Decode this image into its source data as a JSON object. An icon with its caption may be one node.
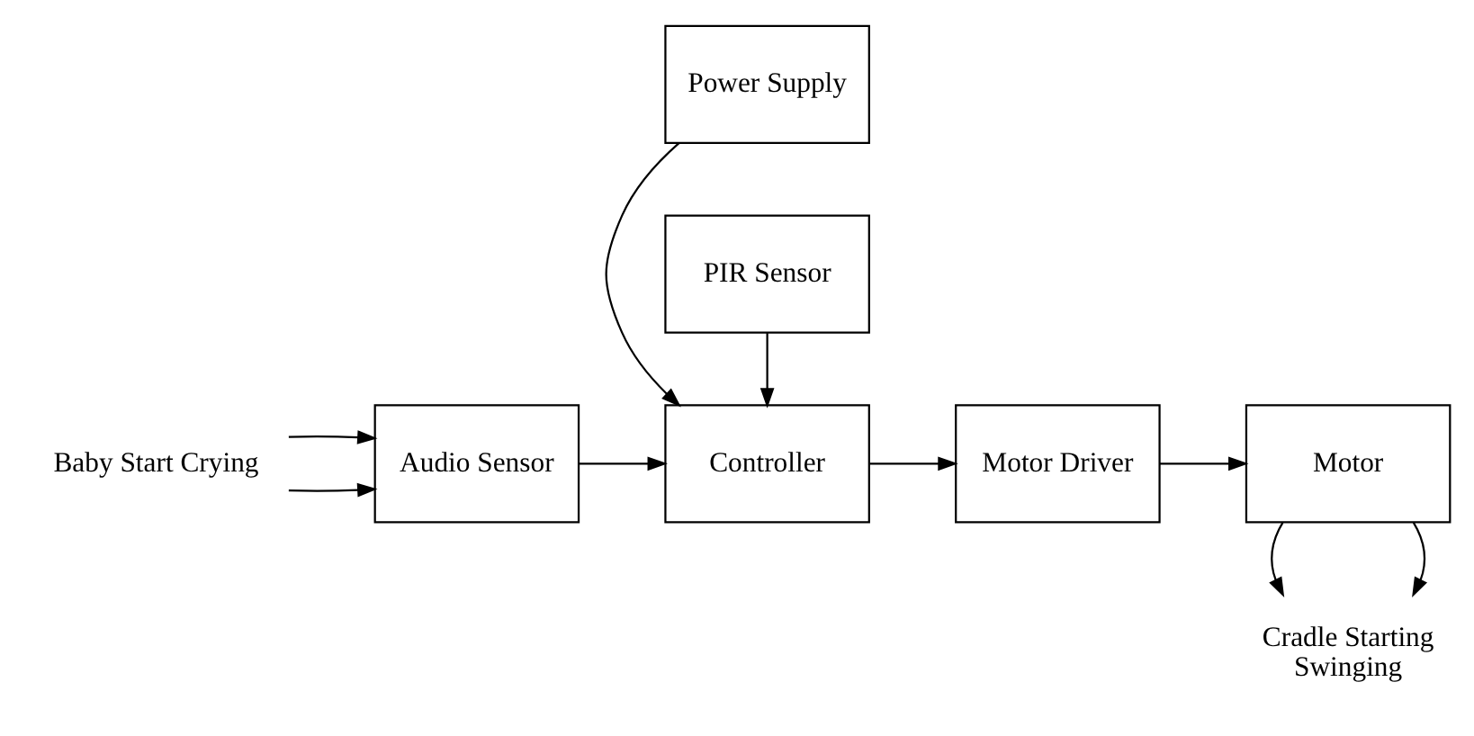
{
  "diagram": {
    "nodes": [
      {
        "text": [
          "Baby Start Crying"
        ]
      },
      {
        "text": [
          "Audio Sensor"
        ]
      },
      {
        "text": [
          "Power Supply"
        ]
      },
      {
        "text": [
          "Controller"
        ]
      },
      {
        "text": [
          "PIR Sensor"
        ]
      },
      {
        "text": [
          "Motor Driver"
        ]
      },
      {
        "text": [
          "Motor"
        ]
      },
      {
        "text": [
          "Cradle Starting Swinging"
        ]
      }
    ],
    "edges": [
      {
        "from": 0,
        "to": 1,
        "arrow": "to"
      },
      {
        "from": 0,
        "to": 1,
        "arrow": "to"
      },
      {
        "from": 1,
        "to": 3,
        "arrow": "to"
      },
      {
        "from": 2,
        "to": 3,
        "arrow": "to"
      },
      {
        "from": 4,
        "to": 3,
        "arrow": "to"
      },
      {
        "from": 3,
        "to": 5,
        "arrow": "to"
      },
      {
        "from": 5,
        "to": 6,
        "arrow": "to"
      },
      {
        "from": 6,
        "to": 7,
        "arrow": "to"
      },
      {
        "from": 6,
        "to": 7,
        "arrow": "to"
      }
    ]
  }
}
